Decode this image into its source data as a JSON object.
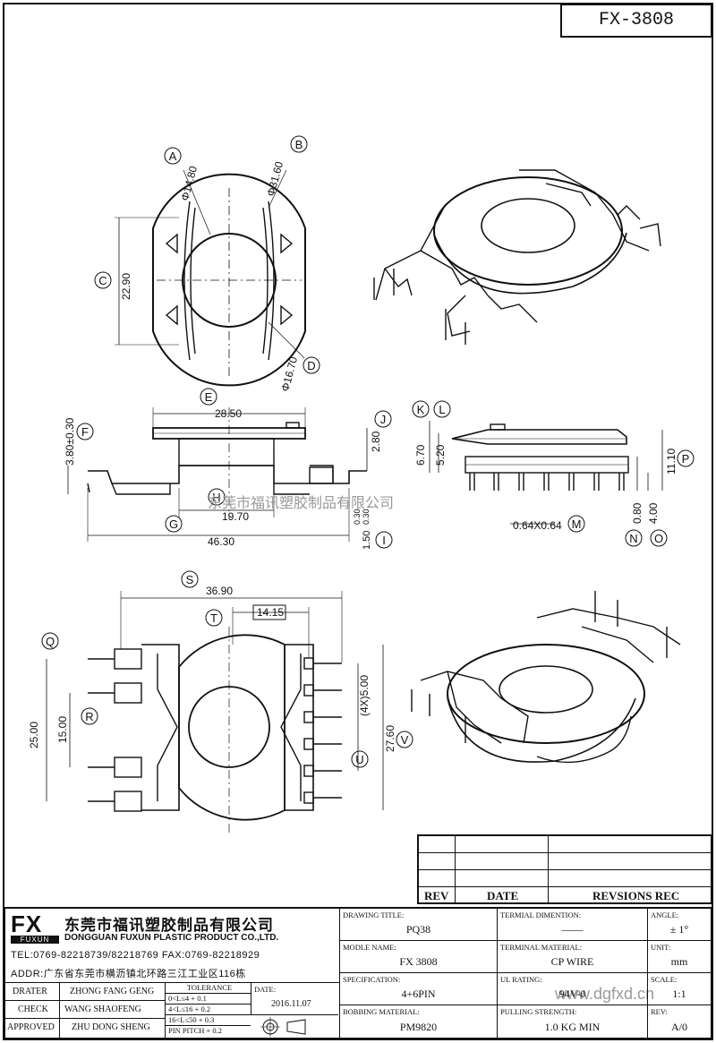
{
  "drawing_number": "FX-3808",
  "company": {
    "logo_letters": "FX",
    "logo_sub": "FUXUN",
    "name_cn": "东莞市福讯塑胶制品有限公司",
    "name_en": "DONGGUAN FUXUN PLASTIC PRODUCT CO.,LTD.",
    "tel_fax": "TEL:0769-82218739/82218769 FAX:0769-82218929",
    "address": "ADDR:广东省东莞市横沥镇北环路三江工业区116栋"
  },
  "watermark_cn": "东莞市福讯塑胶制品有限公司",
  "watermark_url": "www.dgfxd.cn",
  "views": {
    "top": {
      "labels": [
        "A",
        "B",
        "C",
        "D"
      ],
      "dims": [
        "Φ14.80",
        "Φ31.60",
        "22.90",
        "Φ16.70"
      ]
    },
    "side_left": {
      "labels": [
        "E",
        "F",
        "G",
        "H",
        "I",
        "J"
      ],
      "dims": [
        "28.50",
        "3.80±0.30",
        "19.70",
        "46.30",
        "1.50",
        "0.30",
        "0.30",
        "2.80"
      ]
    },
    "side_right": {
      "labels": [
        "K",
        "L",
        "M",
        "N",
        "O",
        "P"
      ],
      "dims": [
        "6.70",
        "5.20",
        "0.64X0.64",
        "0.80",
        "4.00",
        "11.10"
      ]
    },
    "bottom": {
      "labels": [
        "S",
        "T",
        "Q",
        "R",
        "U",
        "V"
      ],
      "dims": [
        "36.90",
        "14.15",
        "25.00",
        "15.00",
        "(4X)5.00",
        "27.60"
      ]
    }
  },
  "rev_table": {
    "col_rev": "REV",
    "col_date": "DATE",
    "col_rec": "REVSIONS REC"
  },
  "title_block": {
    "drawing_title_label": "DRAWING TITLE:",
    "drawing_title": "PQ38",
    "terminal_dim_label": "TERMIAL DIMENTION:",
    "terminal_dim": "——",
    "angle_label": "ANGLE:",
    "angle": "± 1°",
    "model_label": "MODLE NAME:",
    "model": "FX 3808",
    "terminal_mat_label": "TERMINAL MATERIAL:",
    "terminal_mat": "CP WIRE",
    "unit_label": "UNIT:",
    "unit": "mm",
    "spec_label": "SPECIFICATION:",
    "spec": "4+6PIN",
    "ul_label": "UL RATING:",
    "ul": "94V-0",
    "scale_label": "SCALE:",
    "scale": "1:1",
    "bobbin_label": "BOBBING MATERIAL:",
    "bobbin": "PM9820",
    "pull_label": "PULLING STRENGTH:",
    "pull": "1.0 KG MIN",
    "rev_label": "REV:",
    "rev": "A/0",
    "drater_label": "DRATER",
    "drater": "ZHONG FANG GENG",
    "check_label": "CHECK",
    "check": "WANG SHAOFENG",
    "approved_label": "APPROVED",
    "approved": "ZHU DONG SHENG",
    "tolerance_label": "TOLERANCE",
    "tol1": "0<L≤4     + 0.1",
    "tol2": "4<L≤16    + 0.2",
    "tol3": "16<L≤50   + 0.3",
    "tol4": "PIN PITCH + 0.2",
    "date_label": "DATE:",
    "date": "2016.11.07"
  }
}
